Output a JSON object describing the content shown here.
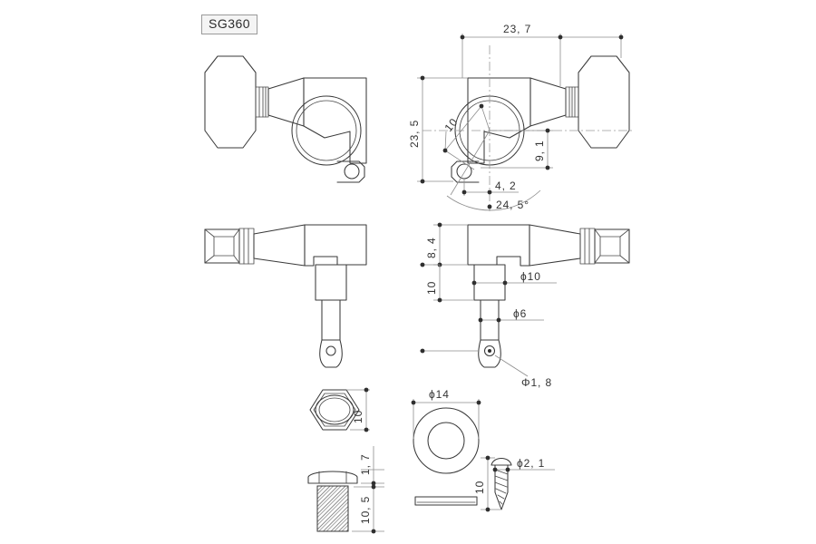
{
  "sheet": {
    "title": "SG360",
    "background_color": "#ffffff",
    "line_color": "#3a3a3a",
    "dimension_color": "#8d8d8d",
    "text_color": "#333333",
    "drawing_type": "mechanical-orthographic-projection",
    "subject": "guitar-tuning-machine-head"
  },
  "views": {
    "top_left": {
      "name": "side-view-mirrored",
      "label": ""
    },
    "top_right": {
      "name": "side-view-dimensioned",
      "label": ""
    },
    "mid_left": {
      "name": "front-view-mirrored",
      "label": ""
    },
    "mid_right": {
      "name": "front-view-dimensioned",
      "label": ""
    },
    "nut": {
      "name": "hex-nut-top-view",
      "label": ""
    },
    "bushing": {
      "name": "threaded-bushing-side-view",
      "label": ""
    },
    "washer": {
      "name": "washer-top-view",
      "label": ""
    },
    "washer_side": {
      "name": "washer-side-view",
      "label": ""
    },
    "screw": {
      "name": "mounting-screw-side-view",
      "label": ""
    }
  },
  "dimensions": {
    "overall_width": "23, 7",
    "overall_height": "23, 5",
    "mounting_hole_offset": "10",
    "button_center_height": "9, 1",
    "screw_hole_offset": "4, 2",
    "mount_angle": "24, 5°",
    "housing_height": "8, 4",
    "post_height": "10",
    "post_diameter": "ϕ10",
    "shaft_diameter": "ϕ6",
    "string_hole_diameter": "Φ1, 8",
    "nut_across_flats": "10",
    "bushing_flange_thickness": "1, 7",
    "bushing_thread_length": "10, 5",
    "washer_diameter": "ϕ14",
    "screw_diameter": "ϕ2, 1",
    "screw_length": "10"
  }
}
